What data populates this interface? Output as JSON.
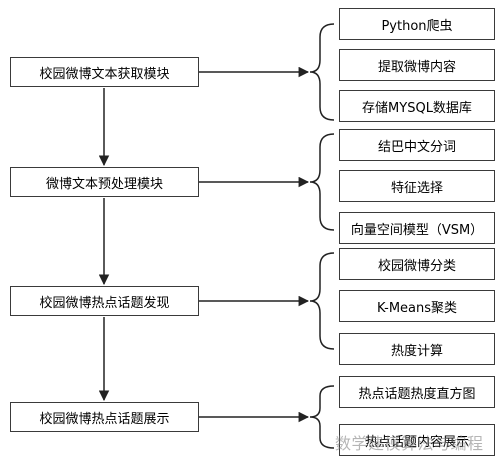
{
  "modules": [
    {
      "label": "校园微博文本获取模块",
      "items": [
        "Python爬虫",
        "提取微博内容",
        "存储MYSQL数据库"
      ]
    },
    {
      "label": "微博文本预处理模块",
      "items": [
        "结巴中文分词",
        "特征选择",
        "向量空间模型（VSM）"
      ]
    },
    {
      "label": "校园微博热点话题发现",
      "items": [
        "校园微博分类",
        "K-Means聚类",
        "热度计算"
      ]
    },
    {
      "label": "校园微博热点话题展示",
      "items": [
        "热点话题热度直方图",
        "热点话题内容展示"
      ]
    }
  ],
  "watermark": "数学建模算法与编程"
}
